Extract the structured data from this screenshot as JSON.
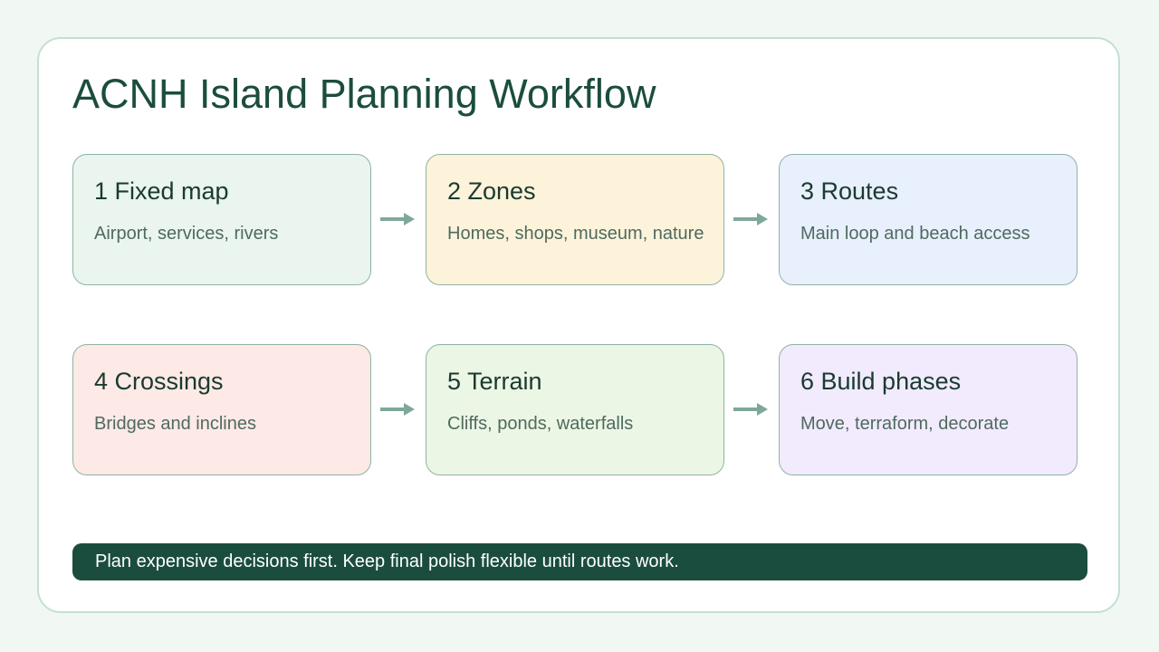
{
  "title": "ACNH Island Planning Workflow",
  "colors": {
    "background": "#f1f8f3",
    "title": "#1b4d3e",
    "arrow": "#7fa898",
    "banner": "#1b4d3e"
  },
  "steps": [
    {
      "label": "1 Fixed map",
      "description": "Airport, services, rivers",
      "color": "#e9f5ee"
    },
    {
      "label": "2 Zones",
      "description": "Homes, shops, museum, nature",
      "color": "#fdf3da"
    },
    {
      "label": "3 Routes",
      "description": "Main loop and beach access",
      "color": "#e8effd"
    },
    {
      "label": "4 Crossings",
      "description": "Bridges and inclines",
      "color": "#fde9e5"
    },
    {
      "label": "5 Terrain",
      "description": "Cliffs, ponds, waterfalls",
      "color": "#ecf6e4"
    },
    {
      "label": "6 Build phases",
      "description": "Move, terraform, decorate",
      "color": "#f1ebfd"
    }
  ],
  "arrows": [
    {
      "from": "1 Fixed map",
      "to": "2 Zones",
      "icon": "arrow-right-icon"
    },
    {
      "from": "2 Zones",
      "to": "3 Routes",
      "icon": "arrow-right-icon"
    },
    {
      "from": "4 Crossings",
      "to": "5 Terrain",
      "icon": "arrow-right-icon"
    },
    {
      "from": "5 Terrain",
      "to": "6 Build phases",
      "icon": "arrow-right-icon"
    }
  ],
  "banner": {
    "text": "Plan expensive decisions first. Keep final polish flexible until routes work."
  }
}
